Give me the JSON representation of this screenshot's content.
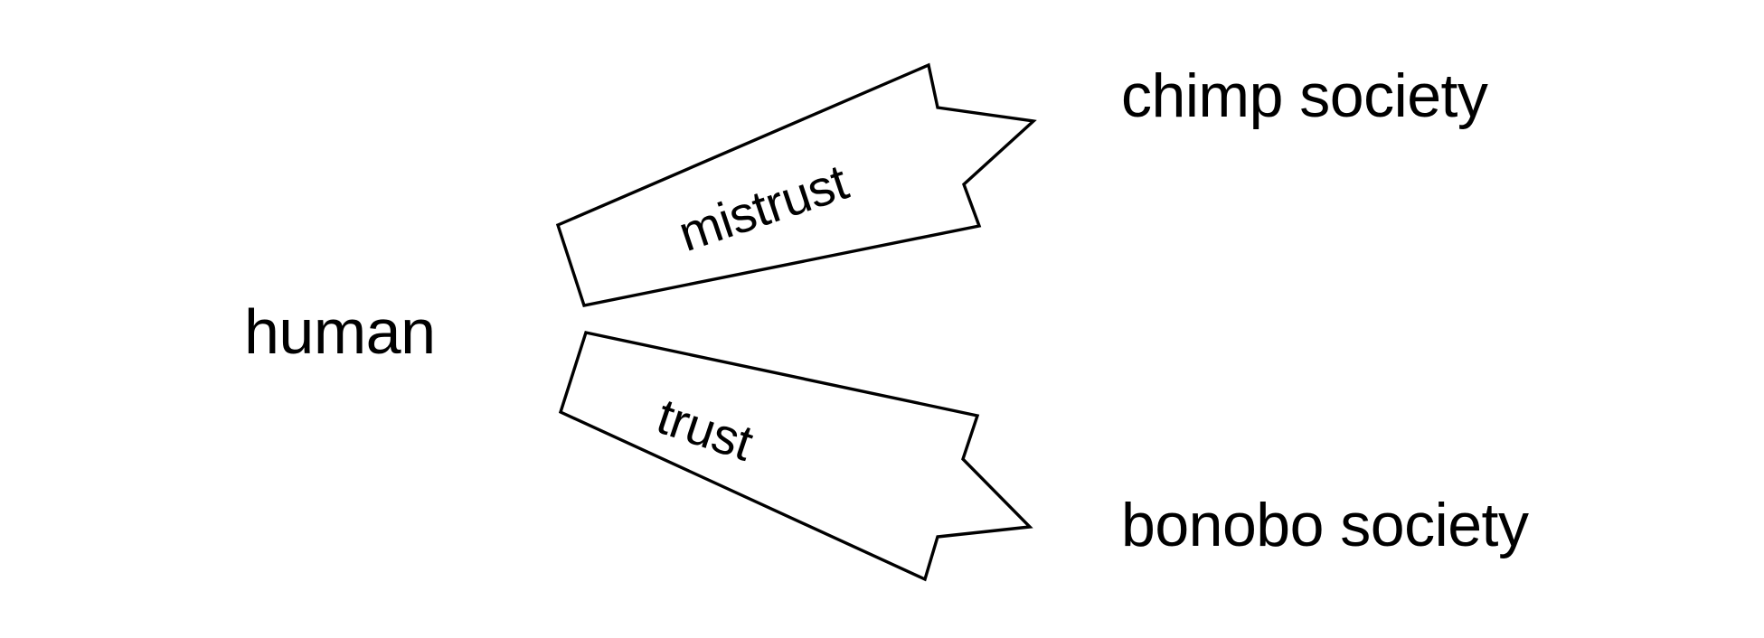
{
  "diagram": {
    "type": "flow-diagram",
    "background_color": "#ffffff",
    "stroke_color": "#000000",
    "fill_color": "#ffffff",
    "nodes": [
      {
        "id": "human",
        "label": "human",
        "role": "source"
      },
      {
        "id": "chimp",
        "label": "chimp society",
        "role": "target"
      },
      {
        "id": "bonobo",
        "label": "bonobo society",
        "role": "target"
      }
    ],
    "edges": [
      {
        "id": "mistrust",
        "label": "mistrust",
        "from": "human",
        "to": "chimp",
        "direction": "up-right",
        "angle_deg": -18.5,
        "shape": "block-arrow"
      },
      {
        "id": "trust",
        "label": "trust",
        "from": "human",
        "to": "bonobo",
        "direction": "down-right",
        "angle_deg": 18.5,
        "shape": "block-arrow"
      }
    ]
  }
}
